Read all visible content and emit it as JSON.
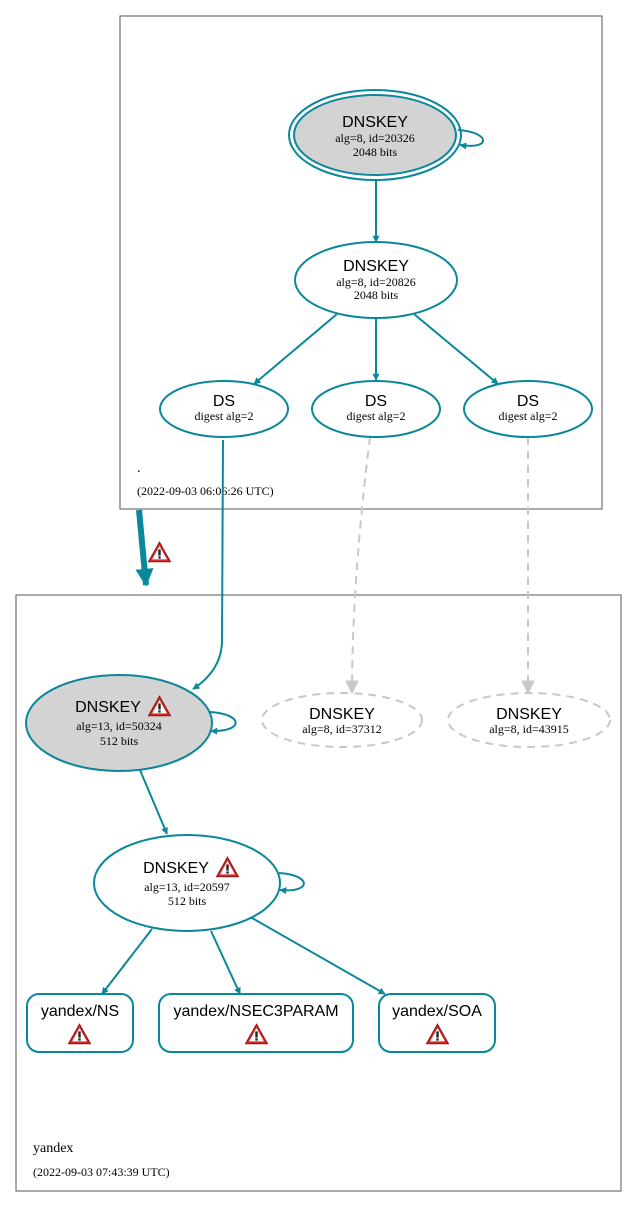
{
  "root_zone": {
    "name": ".",
    "timestamp": "(2022-09-03 06:06:26 UTC)",
    "ksk": {
      "title": "DNSKEY",
      "line1": "alg=8, id=20326",
      "line2": "2048 bits"
    },
    "zsk": {
      "title": "DNSKEY",
      "line1": "alg=8, id=20826",
      "line2": "2048 bits"
    },
    "ds": [
      {
        "title": "DS",
        "line1": "digest alg=2"
      },
      {
        "title": "DS",
        "line1": "digest alg=2"
      },
      {
        "title": "DS",
        "line1": "digest alg=2"
      }
    ]
  },
  "child_zone": {
    "name": "yandex",
    "timestamp": "(2022-09-03 07:43:39 UTC)",
    "ksk": {
      "title": "DNSKEY",
      "line1": "alg=13, id=50324",
      "line2": "512 bits",
      "warning": true
    },
    "missing_keys": [
      {
        "title": "DNSKEY",
        "line1": "alg=8, id=37312"
      },
      {
        "title": "DNSKEY",
        "line1": "alg=8, id=43915"
      }
    ],
    "zsk": {
      "title": "DNSKEY",
      "line1": "alg=13, id=20597",
      "line2": "512 bits",
      "warning": true
    },
    "rrsets": [
      {
        "label": "yandex/NS",
        "warning": true
      },
      {
        "label": "yandex/NSEC3PARAM",
        "warning": true
      },
      {
        "label": "yandex/SOA",
        "warning": true
      }
    ]
  },
  "delegation": {
    "warning": true
  },
  "colors": {
    "edge": "#0a879a",
    "ksk_fill": "#d3d3d3",
    "missing": "#c8c8c8",
    "warning": "#d42a2a"
  }
}
